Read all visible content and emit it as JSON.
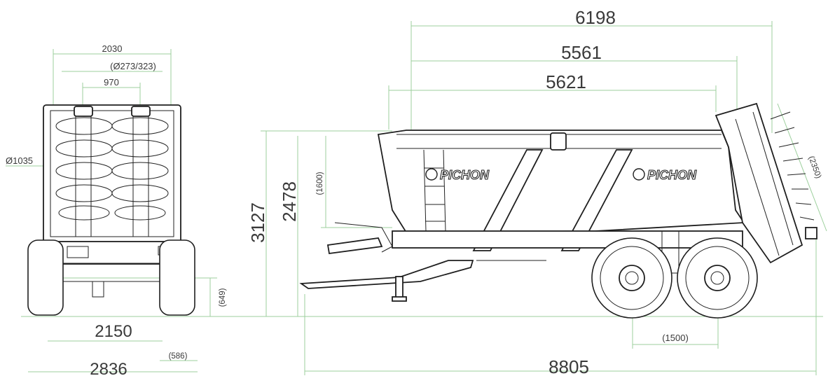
{
  "front_view": {
    "dimensions": {
      "width_top": "2030",
      "pipe_diameter": "(Ø273/323)",
      "beater_spacing": "970",
      "beater_diameter": "Ø1035",
      "track_width": "2150",
      "overall_width": "2836",
      "tyre_width": "(586)",
      "ground_clearance": "(649)"
    }
  },
  "side_view": {
    "brand": "PICHON",
    "dimensions": {
      "length_top": "6198",
      "body_length": "5561",
      "box_length": "5621",
      "overall_height": "3127",
      "body_height": "2478",
      "side_height": "(1600)",
      "beater_height": "(2350)",
      "axle_spacing": "(1500)",
      "overall_length": "8805"
    }
  },
  "colors": {
    "dimension_line": "#9ccf9c",
    "outline": "#1f1f1f",
    "background": "#ffffff"
  }
}
